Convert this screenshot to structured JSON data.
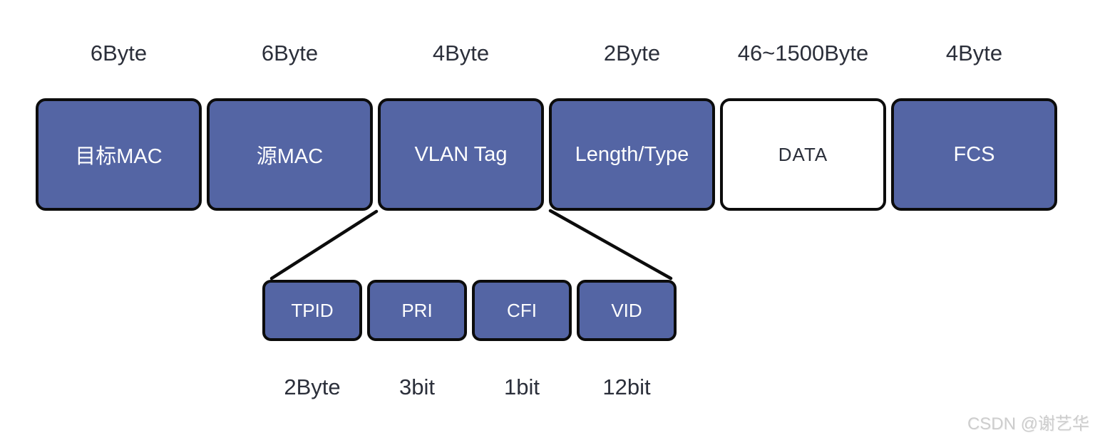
{
  "diagram": {
    "description": "Ethernet frame structure with expanded 802.1Q VLAN Tag",
    "frame_fields": [
      {
        "name": "目标MAC",
        "size": "6Byte"
      },
      {
        "name": "源MAC",
        "size": "6Byte"
      },
      {
        "name": "VLAN Tag",
        "size": "4Byte"
      },
      {
        "name": "Length/Type",
        "size": "2Byte"
      },
      {
        "name": "DATA",
        "size": "46~1500Byte"
      },
      {
        "name": "FCS",
        "size": "4Byte"
      }
    ],
    "vlan_tag_fields": [
      {
        "name": "TPID",
        "size": "2Byte"
      },
      {
        "name": "PRI",
        "size": "3bit"
      },
      {
        "name": "CFI",
        "size": "1bit"
      },
      {
        "name": "VID",
        "size": "12bit"
      }
    ],
    "colors": {
      "field_fill": "#5465a4",
      "field_border": "#0c0c0c",
      "field_text": "#ffffff",
      "data_field_fill": "#ffffff",
      "label_text": "#2b2f3a",
      "watermark_text": "#cdcdcd",
      "background": "#ffffff"
    },
    "watermark": "CSDN @谢艺华"
  }
}
